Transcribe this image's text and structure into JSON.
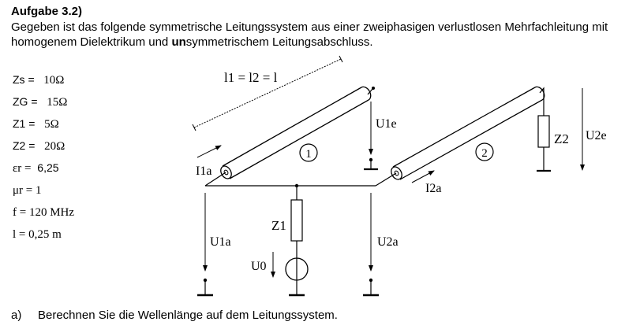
{
  "task": {
    "title": "Aufgabe 3.2)",
    "intro_part1": "Gegeben ist das folgende symmetrische Leitungssystem aus einer zweiphasigen verlustlosen Mehrfachleitung mit homogenem Dielektrikum und ",
    "intro_bold": "un",
    "intro_part2": "symmetrischem Leitungsabschluss."
  },
  "given": [
    {
      "label": "Zs =",
      "value": "10Ω"
    },
    {
      "label": "ZG =",
      "value": "15Ω"
    },
    {
      "label": "Z1 =",
      "value": "5Ω"
    },
    {
      "label": "Z2 =",
      "value": "20Ω"
    },
    {
      "label": "εr =",
      "value": "6,25"
    },
    {
      "label": "μr = 1",
      "value": ""
    },
    {
      "label": "f = 120 MHz",
      "value": ""
    },
    {
      "label": "l = 0,25 m",
      "value": ""
    }
  ],
  "diagram": {
    "length_label": "l1 = l2 = l",
    "line1_number": "1",
    "line2_number": "2",
    "i1a": "I1a",
    "i2a": "I2a",
    "u1e": "U1e",
    "u2e": "U2e",
    "u1a": "U1a",
    "u2a": "U2a",
    "u0": "U0",
    "z1": "Z1",
    "z2": "Z2"
  },
  "question": {
    "label": "a)",
    "text": "Berechnen Sie die Wellenlänge auf dem Leitungssystem."
  }
}
